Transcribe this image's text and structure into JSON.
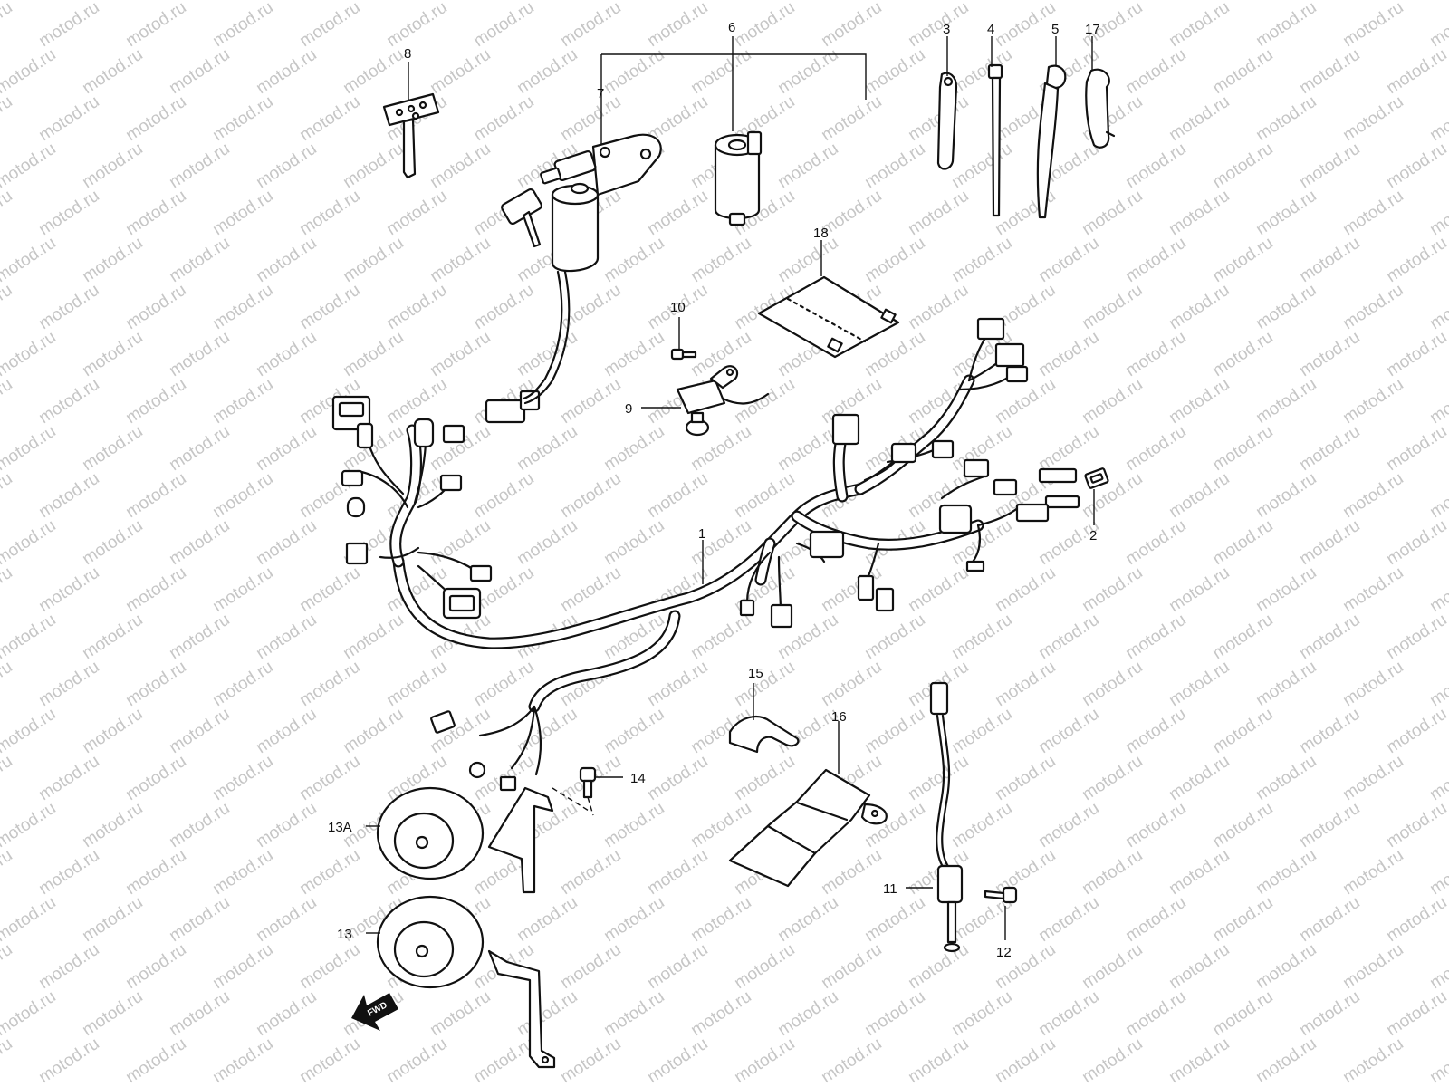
{
  "watermark": {
    "text": "motod.ru",
    "color": "#c6c6c6"
  },
  "direction_arrow": {
    "label": "FWD"
  },
  "callouts": [
    {
      "id": "c1",
      "label": "1"
    },
    {
      "id": "c2",
      "label": "2"
    },
    {
      "id": "c3",
      "label": "3"
    },
    {
      "id": "c4",
      "label": "4"
    },
    {
      "id": "c5",
      "label": "5"
    },
    {
      "id": "c6",
      "label": "6"
    },
    {
      "id": "c7",
      "label": "7"
    },
    {
      "id": "c8",
      "label": "8"
    },
    {
      "id": "c9",
      "label": "9"
    },
    {
      "id": "c10",
      "label": "10"
    },
    {
      "id": "c11",
      "label": "11"
    },
    {
      "id": "c12",
      "label": "12"
    },
    {
      "id": "c13",
      "label": "13"
    },
    {
      "id": "c13a",
      "label": "13A"
    },
    {
      "id": "c14",
      "label": "14"
    },
    {
      "id": "c15",
      "label": "15"
    },
    {
      "id": "c16",
      "label": "16"
    },
    {
      "id": "c17",
      "label": "17"
    },
    {
      "id": "c18",
      "label": "18"
    }
  ]
}
